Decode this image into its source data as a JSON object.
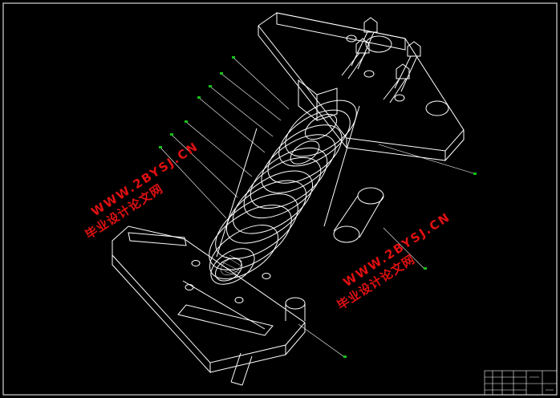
{
  "drawing": {
    "background": "#000000",
    "line_color": "#ffffff",
    "leader_color": "#ffffff",
    "balloon_color": "#16c016"
  },
  "watermarks": [
    {
      "line1": "毕业设计论文网",
      "line2": "WWW.2BYSJ.CN",
      "color": "#e01010"
    },
    {
      "line1": "毕业设计论文网",
      "line2": "WWW.2BYSJ.CN",
      "color": "#e01010"
    }
  ]
}
